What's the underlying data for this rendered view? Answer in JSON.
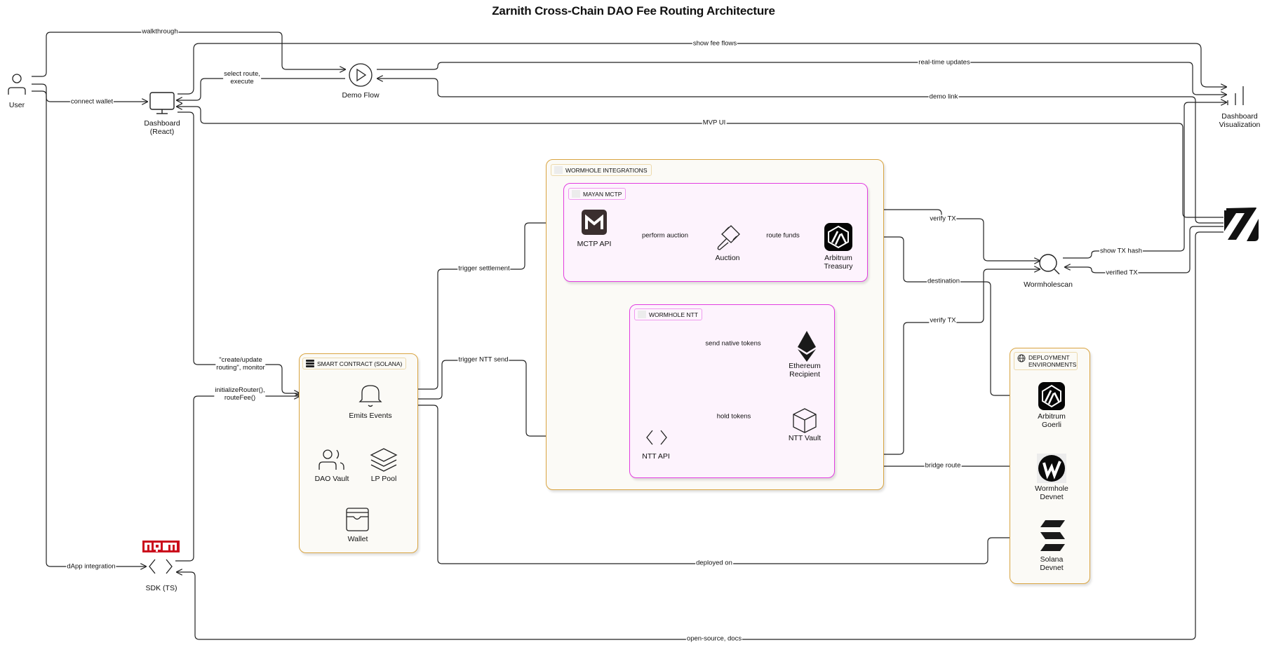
{
  "title": "Zarnith Cross-Chain DAO Fee Routing Architecture",
  "colors": {
    "group_border_orange": "#d9a441",
    "group_border_magenta": "#e23ee0",
    "npm_red": "#cb0d1d",
    "edge": "#222222"
  },
  "groups": {
    "wormhole_integrations": "WORMHOLE INTEGRATIONS",
    "mayan_mctp": "MAYAN MCTP",
    "wormhole_ntt": "WORMHOLE NTT",
    "smart_contract": "SMART CONTRACT (SOLANA)",
    "deployment_envs": "DEPLOYMENT ENVIRONMENTS"
  },
  "nodes": {
    "user": {
      "label": "User",
      "icon": "user-icon"
    },
    "dashboard": {
      "label": "Dashboard\n(React)",
      "icon": "monitor-icon"
    },
    "demo_flow": {
      "label": "Demo Flow",
      "icon": "play-icon"
    },
    "dashboard_viz": {
      "label": "Dashboard\nVisualization",
      "icon": "bar-chart-icon"
    },
    "zarnith": {
      "label": "",
      "icon": "zarnith-logo-icon"
    },
    "mctp_api": {
      "label": "MCTP API",
      "icon": "mayan-logo-icon"
    },
    "auction": {
      "label": "Auction",
      "icon": "gavel-icon"
    },
    "arbitrum_treasury": {
      "label": "Arbitrum\nTreasury",
      "icon": "arbitrum-logo-icon"
    },
    "wormholescan": {
      "label": "Wormholescan",
      "icon": "search-icon"
    },
    "ethereum_recipient": {
      "label": "Ethereum\nRecipient",
      "icon": "ethereum-icon"
    },
    "ntt_vault": {
      "label": "NTT Vault",
      "icon": "cube-icon"
    },
    "ntt_api": {
      "label": "NTT API",
      "icon": "code-icon"
    },
    "emits_events": {
      "label": "Emits Events",
      "icon": "bell-icon"
    },
    "dao_vault": {
      "label": "DAO Vault",
      "icon": "users-icon"
    },
    "lp_pool": {
      "label": "LP Pool",
      "icon": "layers-icon"
    },
    "wallet": {
      "label": "Wallet",
      "icon": "wallet-icon"
    },
    "sdk": {
      "label": "SDK (TS)",
      "icon": "code-icon"
    },
    "npm": {
      "label": "npm",
      "icon": "npm-logo-icon"
    },
    "arbitrum_goerli": {
      "label": "Arbitrum\nGoerli",
      "icon": "arbitrum-logo-icon"
    },
    "wormhole_devnet": {
      "label": "Wormhole\nDevnet",
      "icon": "wormhole-logo-icon"
    },
    "solana_devnet": {
      "label": "Solana\nDevnet",
      "icon": "solana-logo-icon"
    }
  },
  "edges": [
    {
      "id": "walkthrough",
      "from": "User",
      "to": "Demo Flow",
      "label": "walkthrough"
    },
    {
      "id": "connect_wallet",
      "from": "User",
      "to": "Dashboard (React)",
      "label": "connect wallet"
    },
    {
      "id": "dapp_integration",
      "from": "User",
      "to": "SDK (TS)",
      "label": "dApp integration"
    },
    {
      "id": "show_fee_flows",
      "from": "Dashboard (React)",
      "to": "Dashboard Visualization",
      "label": "show fee flows"
    },
    {
      "id": "select_route",
      "from": "Demo Flow",
      "to": "Dashboard (React)",
      "label": "select route,\nexecute"
    },
    {
      "id": "real_time_updates",
      "from": "Demo Flow",
      "to": "Dashboard Visualization",
      "label": "real-time updates"
    },
    {
      "id": "demo_link",
      "from": "Zarnith",
      "to": "Demo Flow",
      "label": "demo link"
    },
    {
      "id": "mvp_ui",
      "from": "Zarnith",
      "to": "Dashboard (React)",
      "label": "MVP UI"
    },
    {
      "id": "create_update",
      "from": "Dashboard (React)",
      "to": "Smart Contract",
      "label": "\"create/update\nrouting\", monitor"
    },
    {
      "id": "initialize_router",
      "from": "SDK (TS)",
      "to": "Smart Contract",
      "label": "initializeRouter(),\nrouteFee()"
    },
    {
      "id": "trigger_settlement",
      "from": "Emits Events",
      "to": "MCTP API",
      "label": "trigger settlement"
    },
    {
      "id": "trigger_ntt_send",
      "from": "Emits Events",
      "to": "NTT API",
      "label": "trigger NTT send"
    },
    {
      "id": "deployed_on",
      "from": "Emits Events",
      "to": "Solana Devnet",
      "label": "deployed on"
    },
    {
      "id": "perform_auction",
      "from": "MCTP API",
      "to": "Auction",
      "label": "perform auction"
    },
    {
      "id": "route_funds",
      "from": "Auction",
      "to": "Arbitrum Treasury",
      "label": "route funds"
    },
    {
      "id": "verify_tx_1",
      "from": "MCTP API",
      "to": "Wormholescan",
      "label": "verify TX"
    },
    {
      "id": "destination",
      "from": "Arbitrum Treasury",
      "to": "Arbitrum Goerli",
      "label": "destination"
    },
    {
      "id": "verify_tx_2",
      "from": "NTT API",
      "to": "Wormholescan",
      "label": "verify TX"
    },
    {
      "id": "send_native_tokens",
      "from": "NTT API",
      "to": "Ethereum Recipient",
      "label": "send native tokens"
    },
    {
      "id": "hold_tokens",
      "from": "NTT API",
      "to": "NTT Vault",
      "label": "hold tokens"
    },
    {
      "id": "bridge_route",
      "from": "NTT API",
      "to": "Wormhole Devnet",
      "label": "bridge route"
    },
    {
      "id": "show_tx_hash",
      "from": "Wormholescan",
      "to": "Dashboard Visualization",
      "label": "show TX hash"
    },
    {
      "id": "verified_tx",
      "from": "Zarnith",
      "to": "Wormholescan",
      "label": "verified TX"
    },
    {
      "id": "open_source_docs",
      "from": "Zarnith",
      "to": "SDK (TS)",
      "label": "open-source, docs"
    }
  ]
}
